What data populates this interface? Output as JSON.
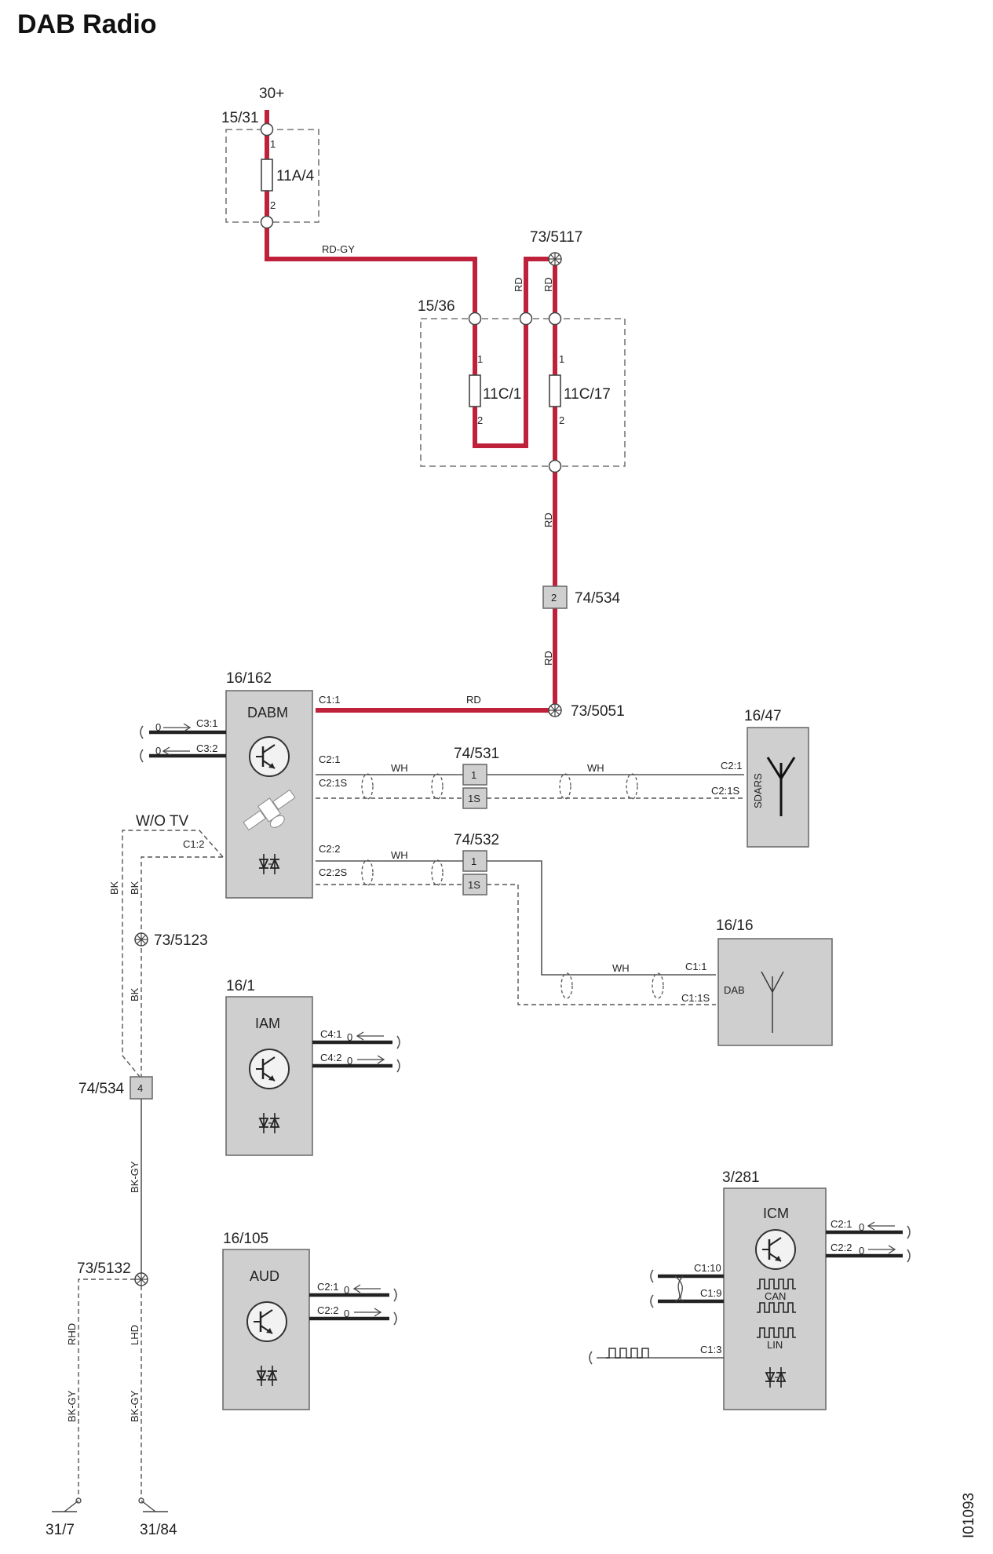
{
  "title": "DAB Radio",
  "figure_id": "I01093",
  "power": {
    "supply": "30+",
    "fuse_box_main": "15/31",
    "fuse_main": "11A/4",
    "wire_main": "RD-GY",
    "splice_top": "73/5117",
    "fuse_box_b": "15/36",
    "fuse_b1": "11C/1",
    "fuse_b2": "11C/17",
    "wire_rd": "RD",
    "pin1": "1",
    "pin2": "2"
  },
  "connectors": {
    "c74_534_pin": "2",
    "c74_534": "74/534",
    "splice_5051": "73/5051",
    "c74_531": "74/531",
    "c74_532": "74/532",
    "pin1": "1",
    "pin1s": "1S",
    "ground_connector": "74/534",
    "ground_pin": "4",
    "splice_5123": "73/5123",
    "splice_5132": "73/5132",
    "ground_left": "31/7",
    "ground_right": "31/84"
  },
  "modules": {
    "dabm": {
      "id": "16/162",
      "name": "DABM",
      "pins": [
        "C1:1",
        "C3:1",
        "C3:2",
        "C2:1",
        "C2:1S",
        "C1:2",
        "C2:2",
        "C2:2S"
      ]
    },
    "sdars": {
      "id": "16/47",
      "name": "SDARS",
      "pins": [
        "C2:1",
        "C2:1S"
      ]
    },
    "dab_ant": {
      "id": "16/16",
      "name": "DAB",
      "pins": [
        "C1:1",
        "C1:1S"
      ]
    },
    "iam": {
      "id": "16/1",
      "name": "IAM",
      "pins": [
        "C4:1",
        "C4:2"
      ]
    },
    "aud": {
      "id": "16/105",
      "name": "AUD",
      "pins": [
        "C2:1",
        "C2:2"
      ]
    },
    "icm": {
      "id": "3/281",
      "name": "ICM",
      "pins": [
        "C2:1",
        "C2:2",
        "C1:10",
        "C1:9",
        "C1:3"
      ],
      "bus_labels": [
        "CAN",
        "LIN"
      ]
    }
  },
  "wire_labels": {
    "rd": "RD",
    "wh": "WH",
    "bk": "BK",
    "bk_gy": "BK-GY",
    "wo_tv": "W/O TV",
    "rhd": "RHD",
    "lhd": "LHD",
    "zero": "0"
  }
}
